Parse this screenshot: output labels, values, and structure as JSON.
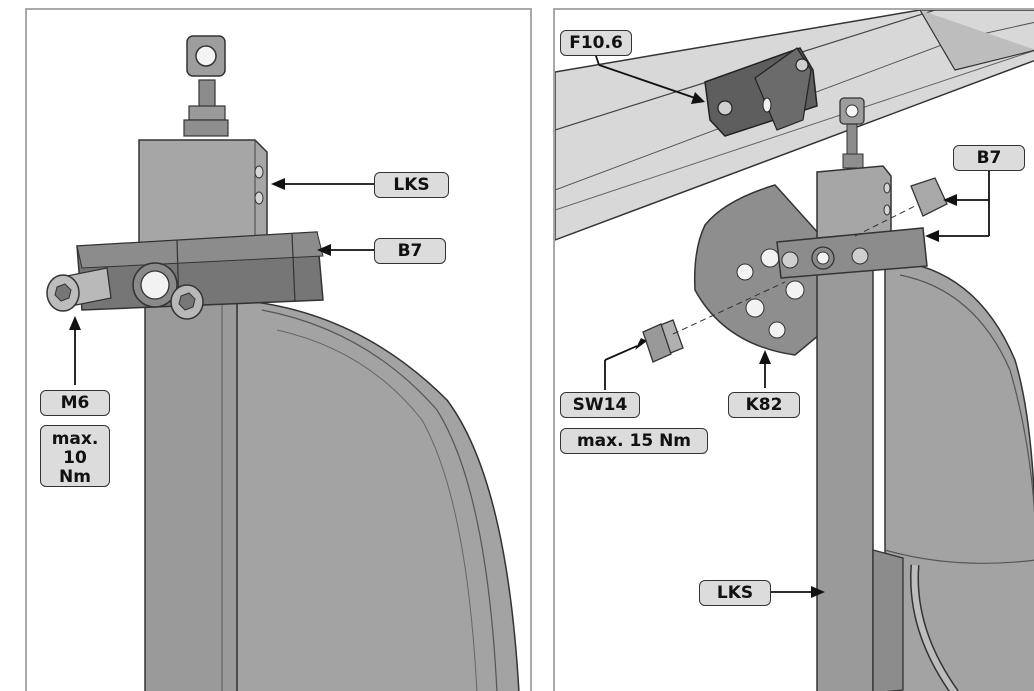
{
  "left_panel": {
    "labels": {
      "lks": "LKS",
      "b7": "B7",
      "m6": "M6",
      "torque_line1": "max.",
      "torque_line2": "10 Nm"
    }
  },
  "right_panel": {
    "labels": {
      "f10_6": "F10.6",
      "b7": "B7",
      "sw14": "SW14",
      "torque": "max. 15 Nm",
      "k82": "K82",
      "lks": "LKS"
    }
  },
  "colors": {
    "part_fill": "#9c9c9c",
    "part_dark": "#7a7a7a",
    "part_light": "#b5b5b5",
    "label_fill": "#dcdcdc",
    "frame": "#a9a9a9"
  }
}
